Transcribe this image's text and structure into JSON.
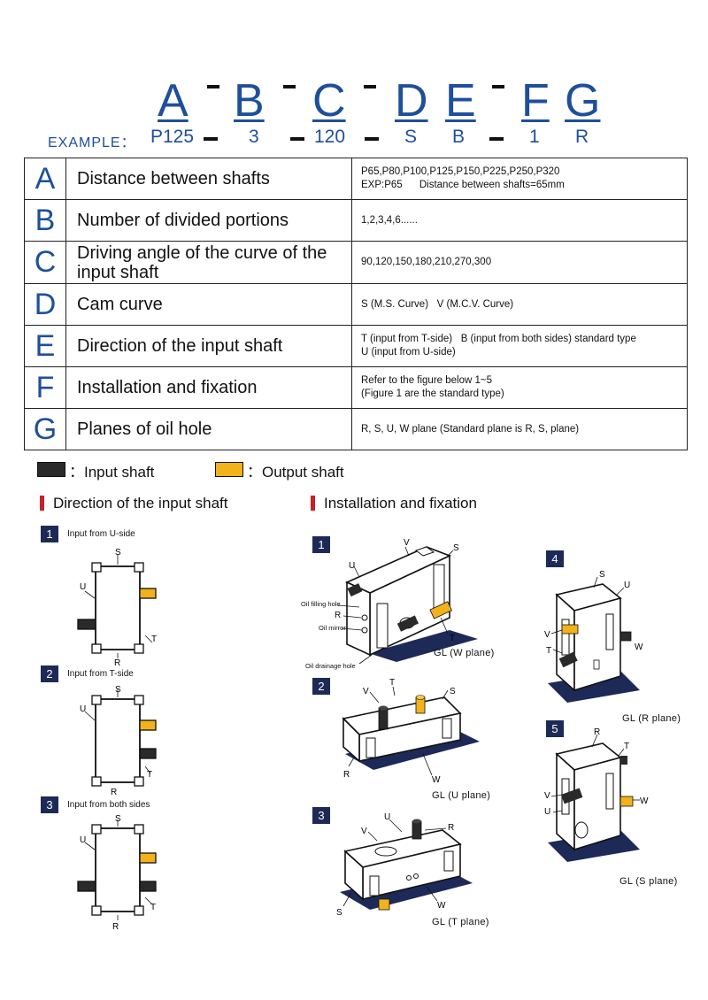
{
  "header": {
    "letters": [
      "A",
      "B",
      "C",
      "D",
      "E",
      "F",
      "G"
    ],
    "example_label": "EXAMPLE：",
    "example_values": [
      "P125",
      "3",
      "120",
      "S",
      "B",
      "1",
      "R"
    ]
  },
  "table": [
    {
      "letter": "A",
      "name": "Distance between shafts",
      "desc": [
        "P65,P80,P100,P125,P150,P225,P250,P320",
        "EXP:P65      Distance between shafts=65mm"
      ]
    },
    {
      "letter": "B",
      "name": "Number of divided portions",
      "desc": [
        "1,2,3,4,6......"
      ]
    },
    {
      "letter": "C",
      "name": "Driving angle of the curve of the input shaft",
      "desc": [
        "90,120,150,180,210,270,300"
      ]
    },
    {
      "letter": "D",
      "name": "Cam curve",
      "desc": [
        "S (M.S. Curve)   V (M.C.V. Curve)"
      ]
    },
    {
      "letter": "E",
      "name": "Direction of the input shaft",
      "desc": [
        "T (input from T-side)   B (input from both sides) standard type",
        "U (input from U-side)"
      ]
    },
    {
      "letter": "F",
      "name": "Installation and fixation",
      "desc": [
        "Refer to the figure below 1~5",
        "(Figure 1 are the standard type)"
      ]
    },
    {
      "letter": "G",
      "name": "Planes of oil hole",
      "desc": [
        "R, S, U, W plane (Standard plane is R, S, plane)"
      ]
    }
  ],
  "legend": {
    "input": "：Input shaft",
    "output": "：Output shaft",
    "input_color": "#2a2a2a",
    "output_color": "#f2b21c"
  },
  "sections": {
    "direction_title": "Direction of the input shaft",
    "installation_title": "Installation and fixation"
  },
  "direction": [
    {
      "num": "1",
      "label": "Input from U-side"
    },
    {
      "num": "2",
      "label": "Input from T-side"
    },
    {
      "num": "3",
      "label": "Input from both sides"
    }
  ],
  "side_labels": {
    "s": "S",
    "u": "U",
    "t": "T",
    "r": "R",
    "v": "V",
    "w": "W"
  },
  "installation": {
    "nums": [
      "1",
      "2",
      "3",
      "4",
      "5"
    ],
    "captions": [
      "GL (W plane)",
      "GL (U plane)",
      "GL (T plane)",
      "GL (R plane)",
      "GL (S plane)"
    ],
    "fig1_labels": {
      "oil_filling": "Oil filling hole",
      "r": "R",
      "oil_mirror": "Oil mirror",
      "oil_drainage": "Oil drainage hole"
    }
  },
  "colors": {
    "accent_blue": "#1e4f9a",
    "navy": "#1d2a57",
    "red": "#c82027",
    "yellow": "#f2b21c"
  }
}
